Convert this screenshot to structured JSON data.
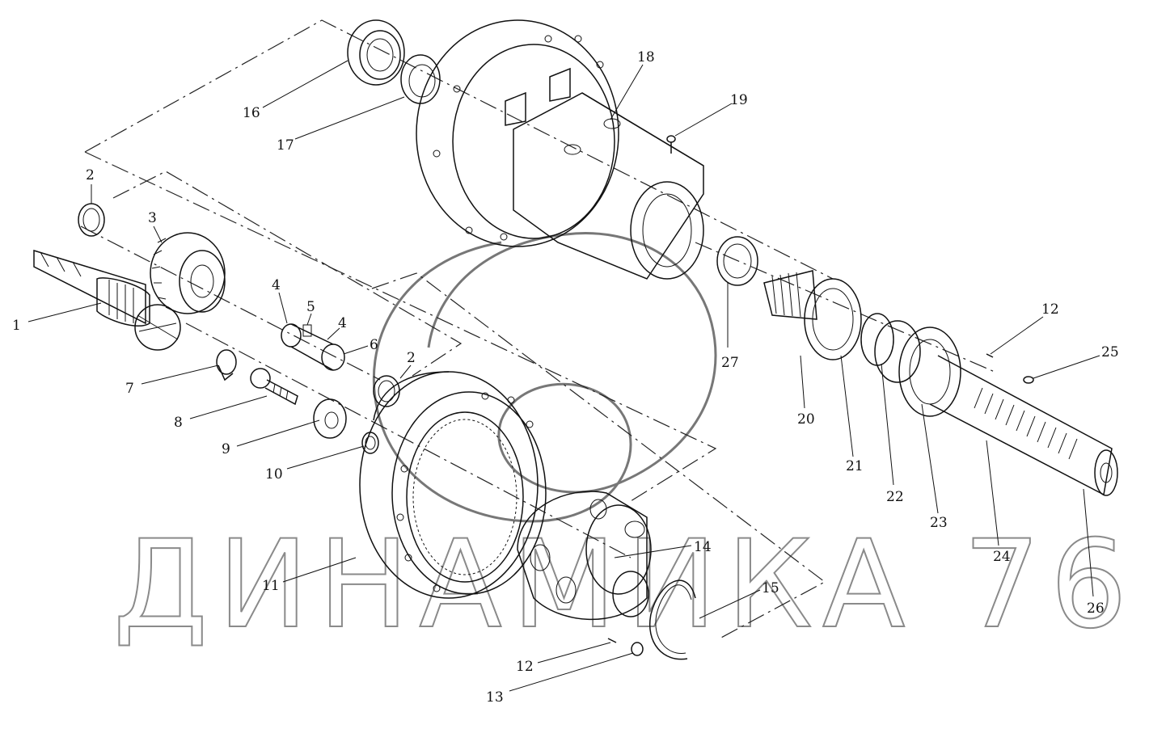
{
  "watermark": "ДИНАМИКА 76",
  "callouts": [
    "1",
    "2",
    "3",
    "4",
    "5",
    "4",
    "6",
    "2",
    "7",
    "8",
    "9",
    "10",
    "11",
    "12",
    "13",
    "14",
    "15",
    "16",
    "17",
    "18",
    "19",
    "12",
    "25",
    "27",
    "20",
    "21",
    "22",
    "23",
    "24",
    "26"
  ]
}
